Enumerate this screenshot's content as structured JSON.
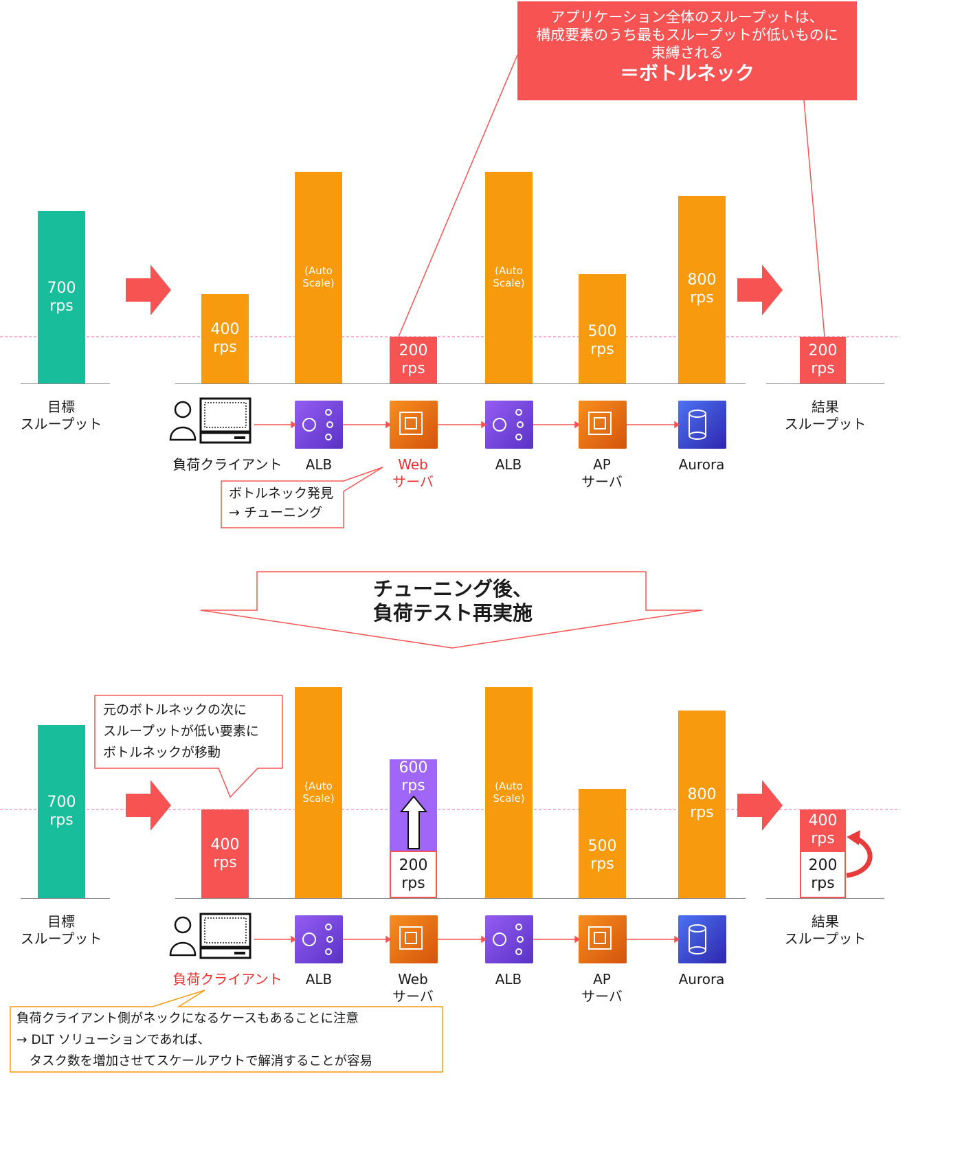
{
  "top_callout": {
    "lines": "アプリケーション全体のスループットは、\n構成要素のうち最もスループットが低いものに\n束縛される",
    "emphasis": "＝ボトルネック"
  },
  "section1": {
    "target": {
      "value": "700\nrps",
      "label": "目標\nスループット"
    },
    "bars": [
      {
        "text": "400\nrps"
      },
      {
        "text": "(Auto\nScale)"
      },
      {
        "text": "200\nrps"
      },
      {
        "text": "(Auto\nScale)"
      },
      {
        "text": "500\nrps"
      },
      {
        "text": "800\nrps"
      }
    ],
    "result": {
      "value": "200\nrps",
      "label": "結果\nスループット"
    },
    "components": [
      "負荷クライアント",
      "ALB",
      "Web\nサーバ",
      "ALB",
      "AP\nサーバ",
      "Aurora"
    ],
    "callout": "ボトルネック発見\n→ チューニング"
  },
  "transition": "チューニング後、\n負荷テスト再実施",
  "section2": {
    "target": {
      "value": "700\nrps",
      "label": "目標\nスループット"
    },
    "bars": [
      {
        "text": "400\nrps"
      },
      {
        "text": "(Auto\nScale)"
      },
      {
        "text": "600\nrps",
        "prev": "200\nrps"
      },
      {
        "text": "(Auto\nScale)"
      },
      {
        "text": "500\nrps"
      },
      {
        "text": "800\nrps"
      }
    ],
    "result": {
      "value": "400\nrps",
      "prev": "200\nrps",
      "label": "結果\nスループット"
    },
    "components": [
      "負荷クライアント",
      "ALB",
      "Web\nサーバ",
      "ALB",
      "AP\nサーバ",
      "Aurora"
    ],
    "callout": "元のボトルネックの次に\nスループットが低い要素に\nボトルネックが移動",
    "bottom_callout": "負荷クライアント側がネックになるケースもあることに注意\n→ DLT ソリューションであれば、\n　タスク数を増加させてスケールアウトで解消することが容易"
  },
  "colors": {
    "target": "#18bd9b",
    "component": "#f79a0e",
    "bottleneck": "#f75353",
    "improved": "#a066f7"
  },
  "icons": [
    "client-computer-icon",
    "alb-icon",
    "ec2-icon",
    "aurora-icon",
    "right-arrow-icon"
  ]
}
